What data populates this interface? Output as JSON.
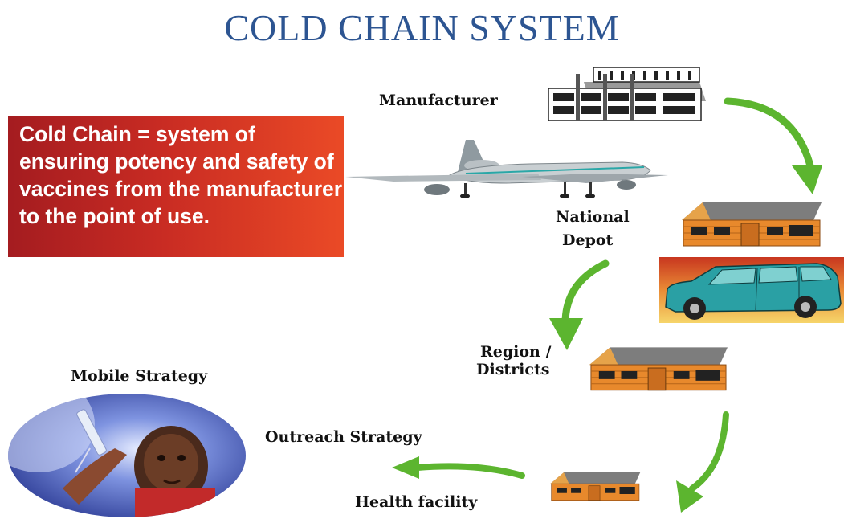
{
  "title": "COLD CHAIN SYSTEM",
  "definition": "Cold Chain = system of ensuring potency and safety of vaccines from the manufacturer to the point of use.",
  "stages": {
    "manufacturer": "Manufacturer",
    "national_depot_line1": "National",
    "national_depot_line2": "Depot",
    "region_line1": "Region /",
    "region_line2": "Districts",
    "health_facility": "Health facility",
    "outreach": "Outreach Strategy",
    "mobile": "Mobile Strategy"
  },
  "colors": {
    "title": "#2d5592",
    "arrow": "#5cb52f",
    "definition_box": "#c82b23"
  },
  "icons": [
    "factory-icon",
    "airplane-icon",
    "house-icon",
    "suv-icon",
    "baby-vaccination-photo"
  ]
}
